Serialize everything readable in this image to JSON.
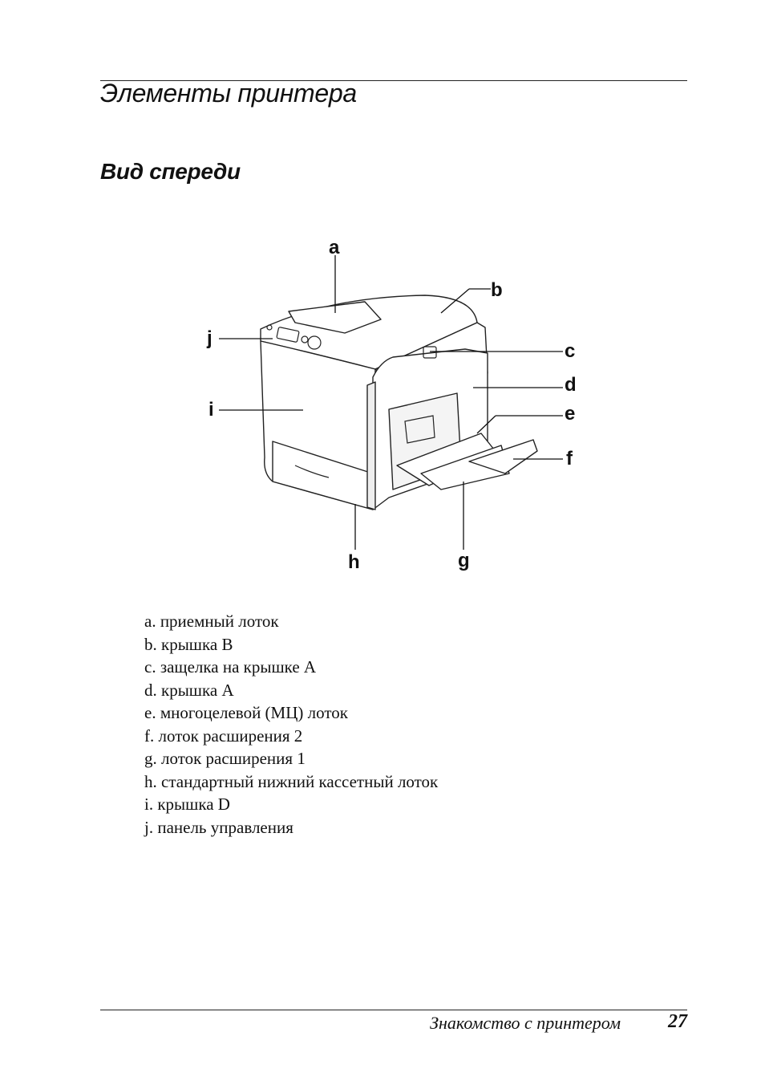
{
  "page": {
    "title": "Элементы принтера",
    "subtitle": "Вид спереди"
  },
  "figure": {
    "callouts": {
      "a": "a",
      "b": "b",
      "c": "c",
      "d": "d",
      "e": "e",
      "f": "f",
      "g": "g",
      "h": "h",
      "i": "i",
      "j": "j"
    }
  },
  "legend": {
    "items": [
      "a. приемный лоток",
      "b. крышка B",
      "c. защелка на крышке A",
      "d. крышка A",
      "e. многоцелевой (МЦ) лоток",
      "f. лоток расширения 2",
      "g. лоток расширения 1",
      "h. стандартный нижний кассетный лоток",
      "i. крышка D",
      "j. панель управления"
    ]
  },
  "footer": {
    "section": "Знакомство с принтером",
    "page_number": "27"
  }
}
